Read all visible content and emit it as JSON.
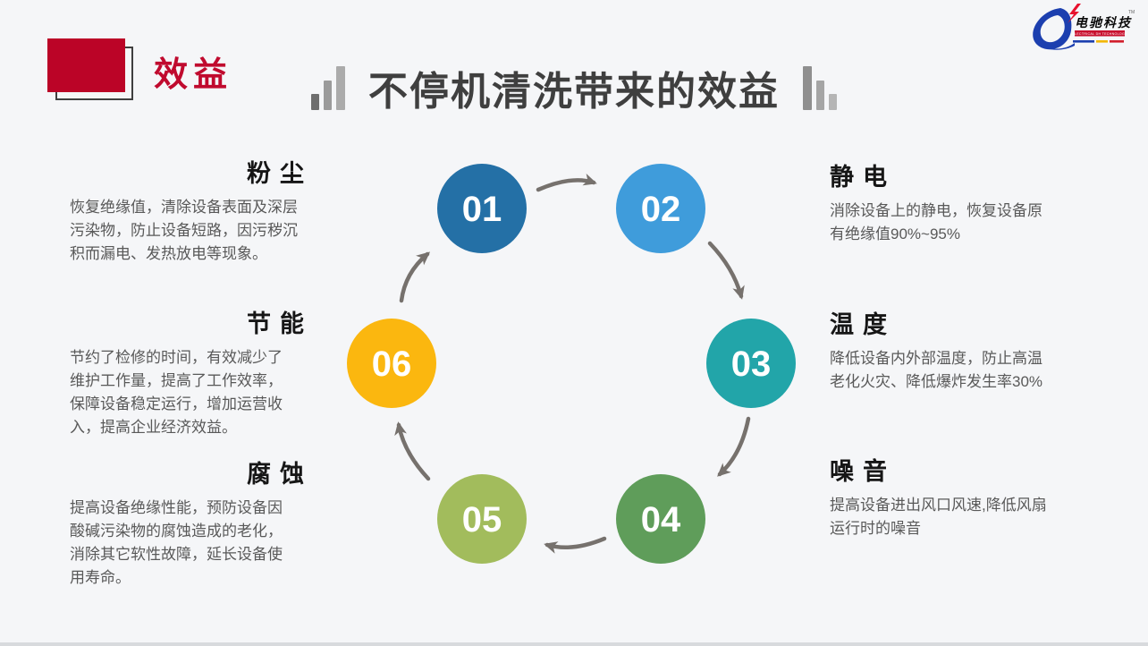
{
  "slide": {
    "section_label": "效益",
    "title": "不停机清洗带来的效益"
  },
  "logo": {
    "name": "电驰科技",
    "subtitle": "ELECTRICAL DH TECHNOLOGY",
    "trademark": "TM"
  },
  "colors": {
    "background": "#F5F6F8",
    "accent_red": "#C00A2E",
    "title_text": "#3F3F3F",
    "body_text": "#595959",
    "arrow": "#76716D",
    "bottom_bar": "#D8DADD"
  },
  "cycle": {
    "steps": [
      {
        "number": "01",
        "color": "#2470A6"
      },
      {
        "number": "02",
        "color": "#3F9CDB"
      },
      {
        "number": "03",
        "color": "#22A5A9"
      },
      {
        "number": "04",
        "color": "#5F9D5A"
      },
      {
        "number": "05",
        "color": "#A2BC5C"
      },
      {
        "number": "06",
        "color": "#FBB70F"
      }
    ]
  },
  "benefits": {
    "left": [
      {
        "title": "粉尘",
        "body": "恢复绝缘值，清除设备表面及深层\n污染物，防止设备短路，因污秽沉\n积而漏电、发热放电等现象。"
      },
      {
        "title": "节能",
        "body": "节约了检修的时间，有效减少了\n维护工作量，提高了工作效率，\n保障设备稳定运行，增加运营收\n入，提高企业经济效益。"
      },
      {
        "title": "腐蚀",
        "body": "提高设备绝缘性能，预防设备因\n酸碱污染物的腐蚀造成的老化，\n消除其它软性故障，延长设备使\n用寿命。"
      }
    ],
    "right": [
      {
        "title": "静电",
        "body": "消除设备上的静电，恢复设备原\n有绝缘值90%~95%"
      },
      {
        "title": "温度",
        "body": "降低设备内外部温度，防止高温\n老化火灾、降低爆炸发生率30%"
      },
      {
        "title": "噪音",
        "body": "提高设备进出风口风速,降低风扇\n运行时的噪音"
      }
    ]
  }
}
